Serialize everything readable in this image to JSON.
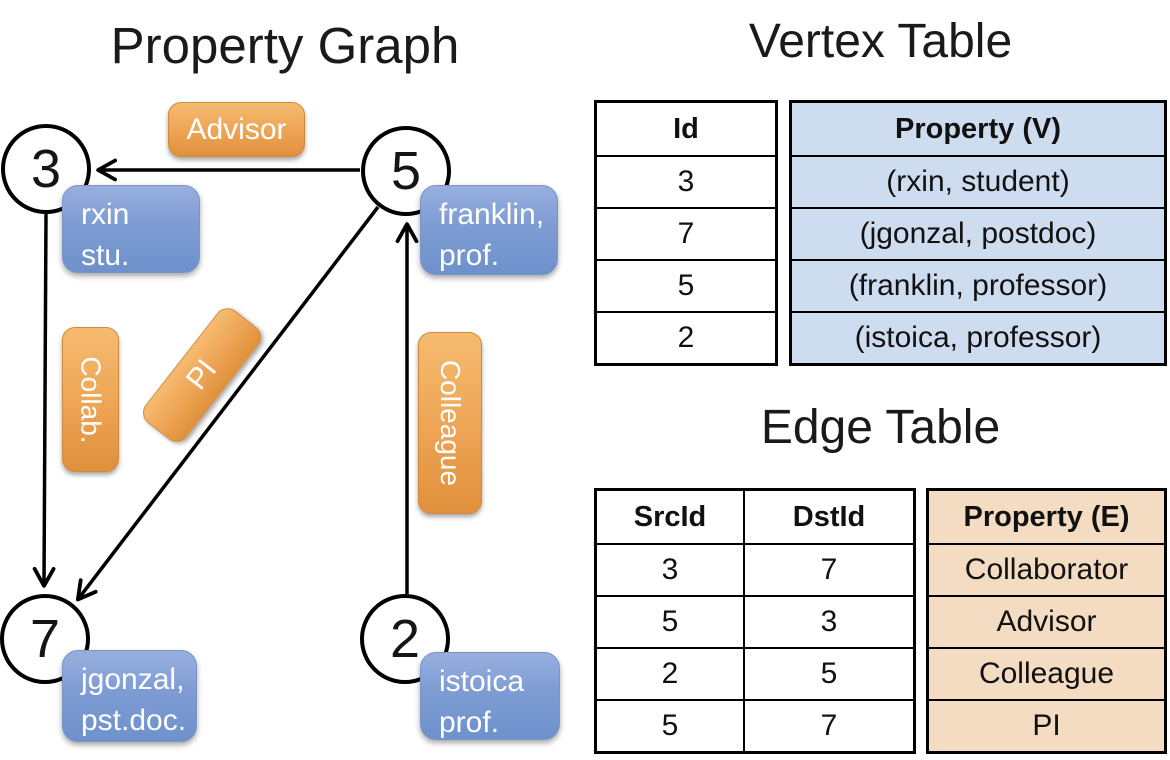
{
  "graph": {
    "title": "Property Graph",
    "node3": {
      "id": "3",
      "property": "rxin\nstu."
    },
    "node5": {
      "id": "5",
      "property": "franklin,\nprof."
    },
    "node7": {
      "id": "7",
      "property": "jgonzal,\npst.doc."
    },
    "node2": {
      "id": "2",
      "property": "istoica\nprof."
    },
    "labels": {
      "advisor": "Advisor",
      "collab": "Collab.",
      "pi": "PI",
      "colleague": "Colleague"
    }
  },
  "vertex_table": {
    "title": "Vertex Table",
    "headers": {
      "id": "Id",
      "property": "Property (V)"
    },
    "rows": [
      {
        "id": "3",
        "property": "(rxin, student)"
      },
      {
        "id": "7",
        "property": "(jgonzal, postdoc)"
      },
      {
        "id": "5",
        "property": "(franklin, professor)"
      },
      {
        "id": "2",
        "property": "(istoica, professor)"
      }
    ]
  },
  "edge_table": {
    "title": "Edge Table",
    "headers": {
      "src": "SrcId",
      "dst": "DstId",
      "property": "Property (E)"
    },
    "rows": [
      {
        "src": "3",
        "dst": "7",
        "property": "Collaborator"
      },
      {
        "src": "5",
        "dst": "3",
        "property": "Advisor"
      },
      {
        "src": "2",
        "dst": "5",
        "property": "Colleague"
      },
      {
        "src": "5",
        "dst": "7",
        "property": "PI"
      }
    ]
  },
  "colors": {
    "vertex_property_fill": "#cedcf0",
    "edge_property_fill": "#f4dcc2",
    "edge_label_orange": "#eda454",
    "vertex_box_blue": "#7e9cd3",
    "line_black": "#000000"
  }
}
